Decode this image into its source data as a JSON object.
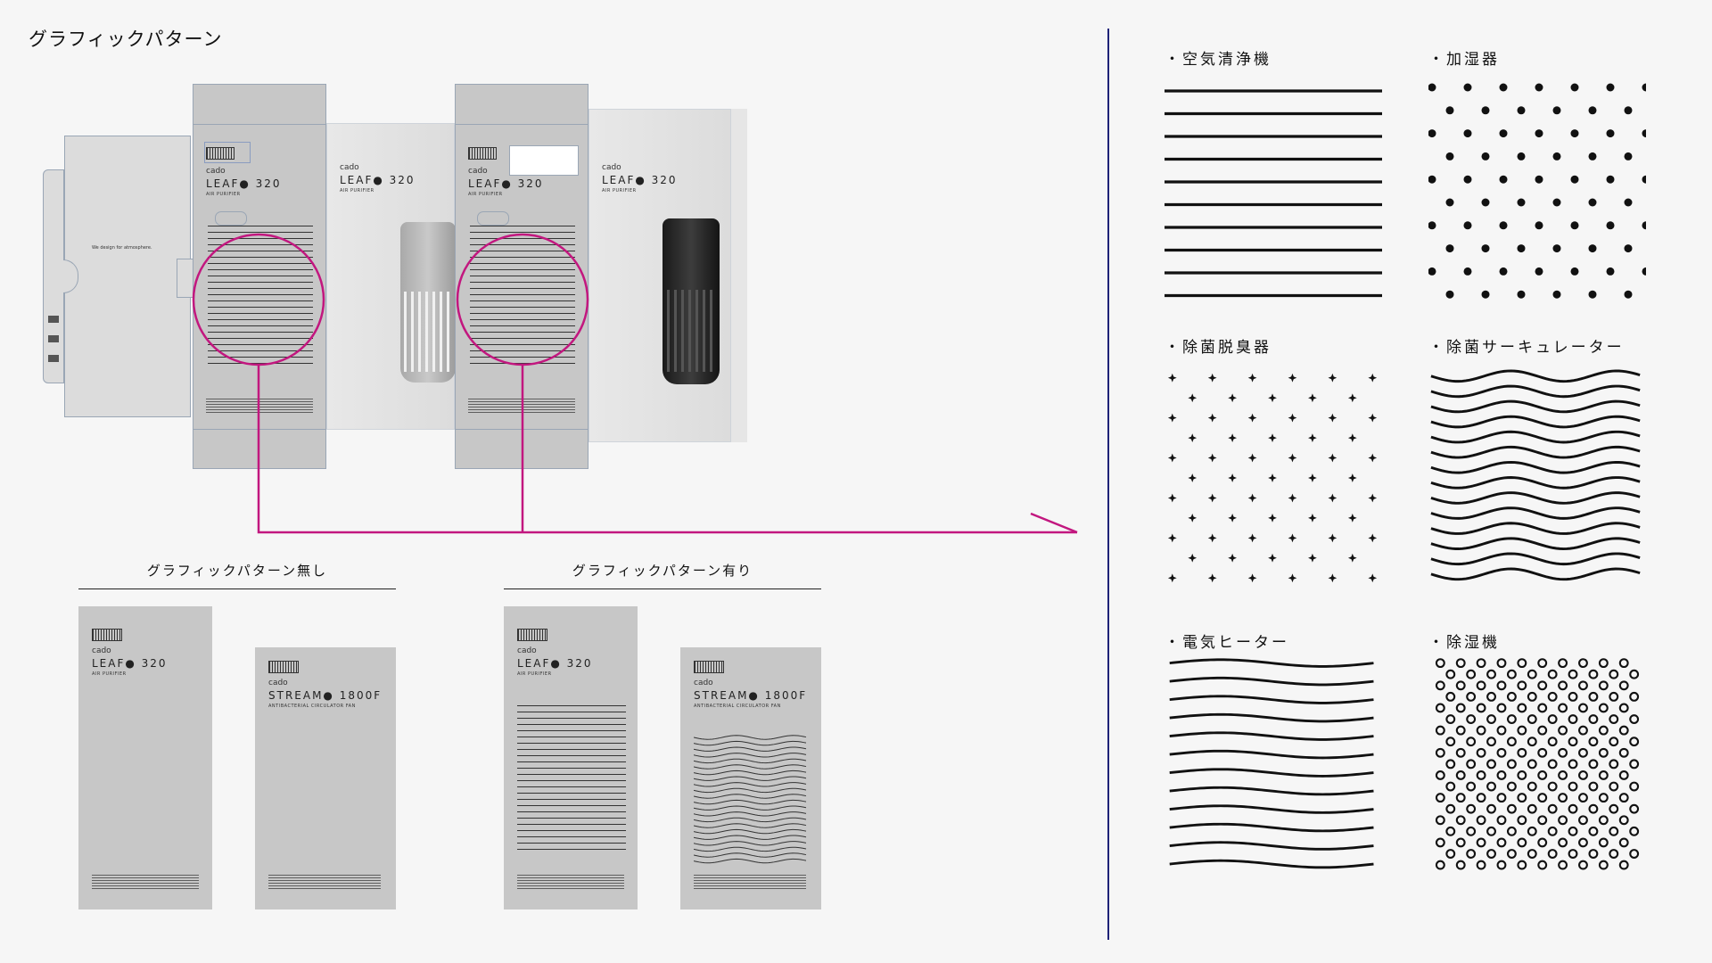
{
  "page": {
    "title": "グラフィックパターン"
  },
  "colors": {
    "accent": "#c2177f",
    "divider": "#1e2277",
    "panel": "#c7c7c7",
    "background": "#f6f6f6"
  },
  "dieline": {
    "side_flap_text": "We design for atmosphere.",
    "front_a": {
      "brand": "cado",
      "product": "LEAF● 320",
      "subtitle": "AIR PURIFIER"
    },
    "front_b": {
      "brand": "cado",
      "product": "LEAF● 320",
      "subtitle": "AIR PURIFIER"
    },
    "front_c": {
      "brand": "cado",
      "product": "LEAF● 320",
      "subtitle": "AIR PURIFIER"
    },
    "front_d": {
      "brand": "cado",
      "product": "LEAF● 320",
      "subtitle": "AIR PURIFIER"
    }
  },
  "comparison": {
    "without": {
      "caption": "グラフィックパターン無し",
      "box1": {
        "brand": "cado",
        "product": "LEAF● 320",
        "subtitle": "AIR PURIFIER"
      },
      "box2": {
        "brand": "cado",
        "product": "STREAM● 1800F",
        "subtitle": "ANTIBACTERIAL CIRCULATOR FAN"
      }
    },
    "with": {
      "caption": "グラフィックパターン有り",
      "box1": {
        "brand": "cado",
        "product": "LEAF● 320",
        "subtitle": "AIR PURIFIER"
      },
      "box2": {
        "brand": "cado",
        "product": "STREAM● 1800F",
        "subtitle": "ANTIBACTERIAL CIRCULATOR FAN"
      }
    }
  },
  "patterns": [
    {
      "label": "・空気清浄機",
      "style": "horizontal-lines"
    },
    {
      "label": "・加湿器",
      "style": "dots"
    },
    {
      "label": "・除菌脱臭器",
      "style": "four-point-stars"
    },
    {
      "label": "・除菌サーキュレーター",
      "style": "dense-waves"
    },
    {
      "label": "・電気ヒーター",
      "style": "gentle-waves"
    },
    {
      "label": "・除湿機",
      "style": "rings"
    }
  ]
}
